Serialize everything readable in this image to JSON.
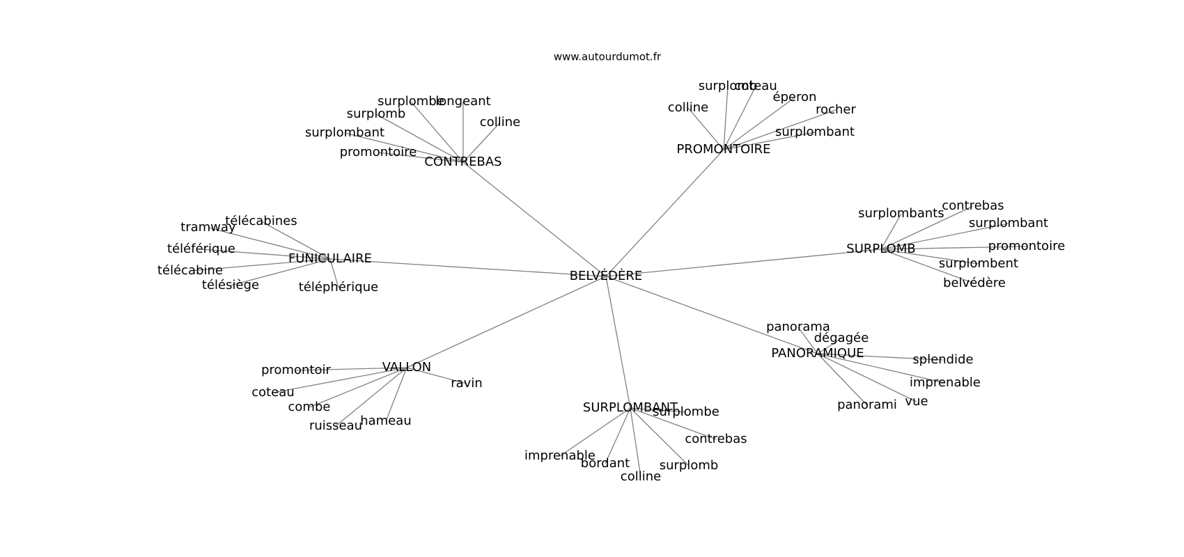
{
  "site_title": "www.autourdumot.fr",
  "colors": {
    "edge": "#808080",
    "text": "#000000",
    "background": "#ffffff"
  },
  "graph": {
    "root": "BELVÉDÈRE",
    "groups": [
      {
        "hub": "CONTREBAS",
        "leaves": [
          "surplombe",
          "longeant",
          "surplomb",
          "colline",
          "surplombant",
          "promontoire"
        ]
      },
      {
        "hub": "PROMONTOIRE",
        "leaves": [
          "surplomb",
          "coteau",
          "éperon",
          "colline",
          "rocher",
          "surplombant"
        ]
      },
      {
        "hub": "FUNICULAIRE",
        "leaves": [
          "télécabines",
          "tramway",
          "téléférique",
          "télécabine",
          "télésiège",
          "téléphérique"
        ]
      },
      {
        "hub": "SURPLOMB",
        "leaves": [
          "surplombants",
          "contrebas",
          "surplombant",
          "promontoire",
          "surplombent",
          "belvédère"
        ]
      },
      {
        "hub": "PANORAMIQUE",
        "leaves": [
          "panorama",
          "dégagée",
          "splendide",
          "imprenable",
          "vue",
          "panorami"
        ]
      },
      {
        "hub": "VALLON",
        "leaves": [
          "promontoir",
          "coteau",
          "combe",
          "ruisseau",
          "hameau",
          "ravin"
        ]
      },
      {
        "hub": "SURPLOMBANT",
        "leaves": [
          "surplombe",
          "contrebas",
          "surplomb",
          "colline",
          "bordant",
          "imprenable"
        ]
      }
    ]
  }
}
